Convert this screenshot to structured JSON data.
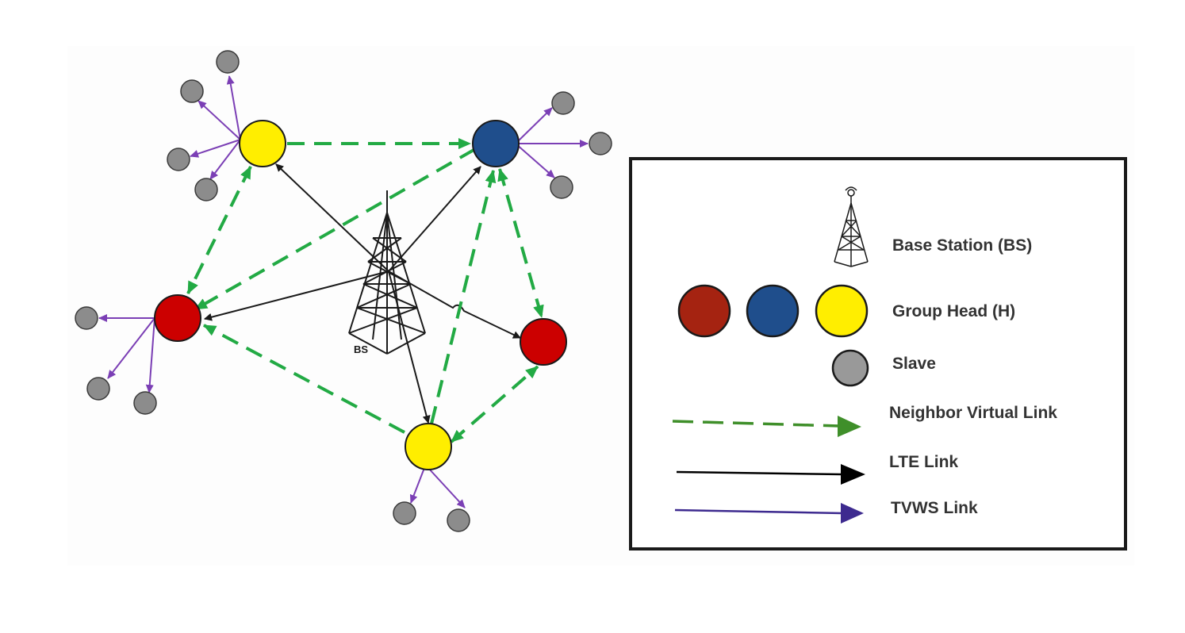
{
  "diagram": {
    "tower_label": "BS",
    "colors": {
      "lte": "#1a1a1a",
      "tvws": "#7b3fb5",
      "neighbor": "#22aa44",
      "red_head": "#cc0000",
      "blue_head": "#1f4e8c",
      "yellow_head": "#ffee00",
      "slave": "#8c8c8c"
    }
  },
  "legend": {
    "base_station": "Base Station (BS)",
    "group_head": "Group Head (H)",
    "slave": "Slave",
    "neighbor_link": "Neighbor Virtual Link",
    "lte_link": "LTE Link",
    "tvws_link": "TVWS Link",
    "colors": {
      "red": "#a52311",
      "blue": "#1f4e8c",
      "yellow": "#ffee00",
      "slave": "#999999",
      "neighbor_arrow": "#3f8f2a",
      "lte_arrow": "#000000",
      "tvws_arrow": "#3d2a8f"
    }
  }
}
